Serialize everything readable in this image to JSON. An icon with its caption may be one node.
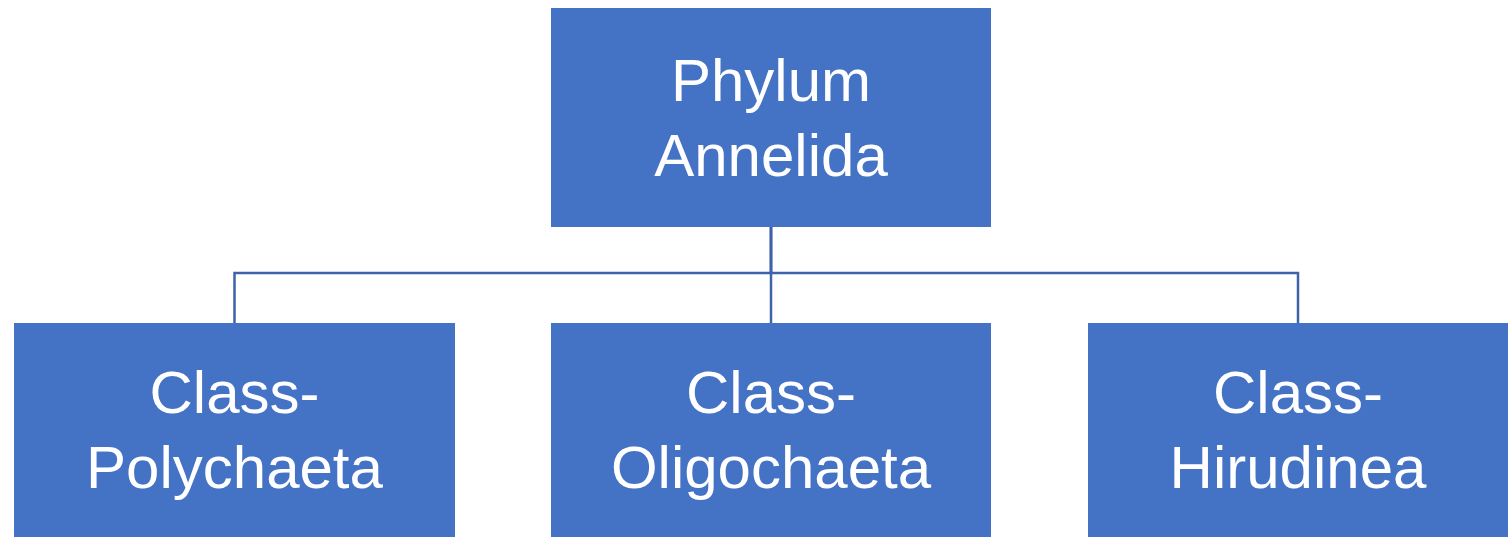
{
  "diagram": {
    "nodes": [
      {
        "text": [
          "Phylum Annelida"
        ]
      },
      {
        "text": [
          "Class- Polychaeta"
        ]
      },
      {
        "text": [
          "Class- Oligochaeta"
        ]
      },
      {
        "text": [
          "Class- Hirudinea"
        ]
      }
    ],
    "edges": [
      {
        "from": 0,
        "to": 1,
        "arrow": "none"
      },
      {
        "from": 0,
        "to": 2,
        "arrow": "none"
      },
      {
        "from": 0,
        "to": 3,
        "arrow": "none"
      }
    ]
  }
}
